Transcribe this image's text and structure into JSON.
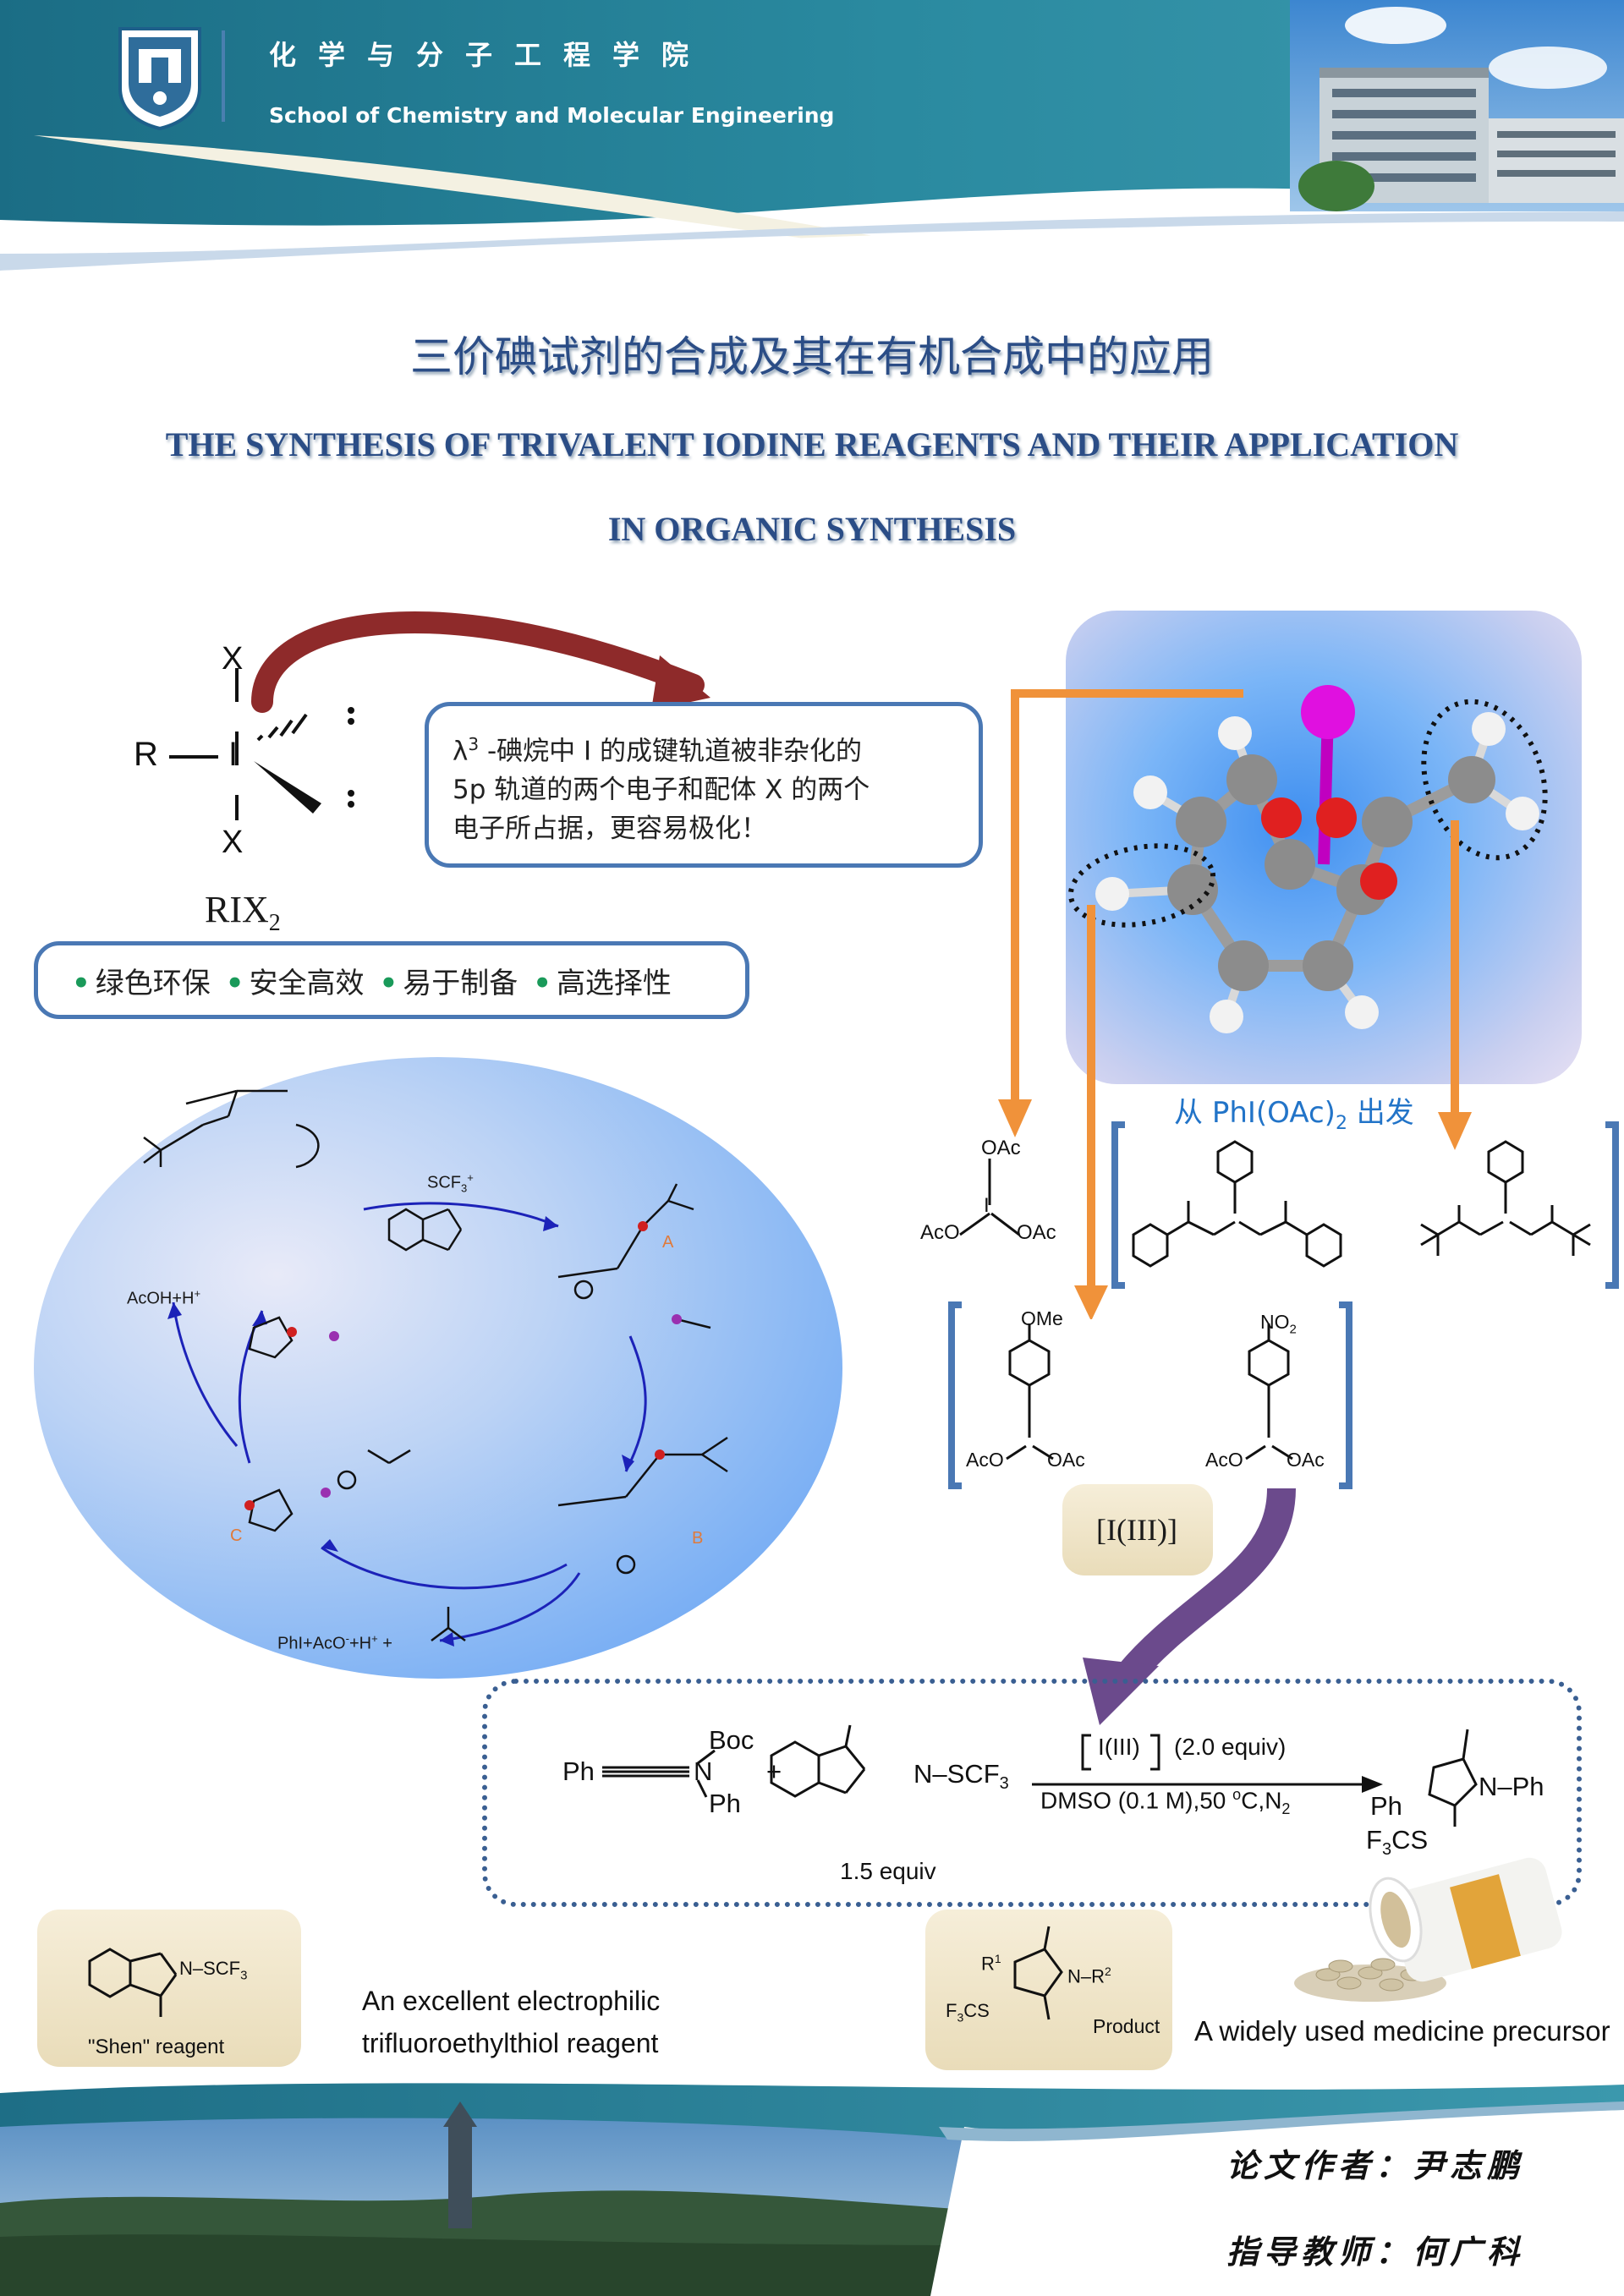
{
  "header": {
    "school_cn": "化学与分子工程学院",
    "school_en": "School of Chemistry and Molecular Engineering"
  },
  "title": {
    "cn": "三价碘试剂的合成及其在有机合成中的应用",
    "en_line1": "THE SYNTHESIS OF TRIVALENT IODINE REAGENTS AND THEIR APPLICATION",
    "en_line2": "IN ORGANIC SYNTHESIS"
  },
  "structure": {
    "r": "R",
    "i": "I",
    "x": "X",
    "label": "RIX",
    "label_sub": "2"
  },
  "description": {
    "lambda": "λ",
    "sup": "3",
    "line1": " -碘烷中 I 的成键轨道被非杂化的",
    "line2": "5p 轨道的两个电子和配体 X 的两个",
    "line3": "电子所占据，更容易极化！"
  },
  "features": [
    "绿色环保",
    "安全高效",
    "易于制备",
    "高选择性"
  ],
  "start": {
    "prefix": "从 ",
    "formula": "PhI(OAc)",
    "sub": "2",
    "suffix": " 出发"
  },
  "reagents": {
    "oac": "OAc",
    "aco": "AcO",
    "ome": "OMe",
    "no2": "NO",
    "no2_sub": "2",
    "i": "I",
    "i3": "I(III)"
  },
  "cycle": {
    "acoh": "AcOH+H",
    "phi": "PhI+AcO",
    "scf3_plus": "SCF",
    "label_a": "A",
    "label_b": "B",
    "label_c": "C"
  },
  "reaction": {
    "ph": "Ph",
    "boc": "Boc",
    "n": "N",
    "plus": "+",
    "scf3": "N–SCF",
    "equiv": "1.5 equiv",
    "cond_top": "(2.0 equiv)",
    "cond_bottom_a": "DMSO (0.1 M),50 ",
    "cond_bottom_b": "C,N",
    "cond_deg": "o",
    "cond_sub": "2",
    "i3": "I(III)",
    "prod_nph": "N–Ph",
    "prod_ph": "Ph",
    "prod_f3cs": "F",
    "prod_f3cs_b": "CS"
  },
  "bottom": {
    "shen_label": "\"Shen\" reagent",
    "shen_scf3": "N–SCF",
    "desc1": "An excellent electrophilic",
    "desc2": "trifluoroethylthiol reagent",
    "product_label": "Product",
    "product_r": "R",
    "product_nr2": "N–R",
    "product_f3cs": "F",
    "product_f3cs_b": "CS",
    "medicine": "A widely used medicine precursor"
  },
  "authors": {
    "author": "论文作者：尹志鹏",
    "advisor": "指导教师：何广科"
  },
  "colors": {
    "title_blue": "#2b4d86",
    "box_border": "#4a78b4",
    "arrow_red": "#8e2a2a",
    "arrow_orange": "#f0923a",
    "arrow_purple": "#6b4a8c",
    "start_blue": "#2274c8",
    "header_teal": "#1e6e86"
  }
}
